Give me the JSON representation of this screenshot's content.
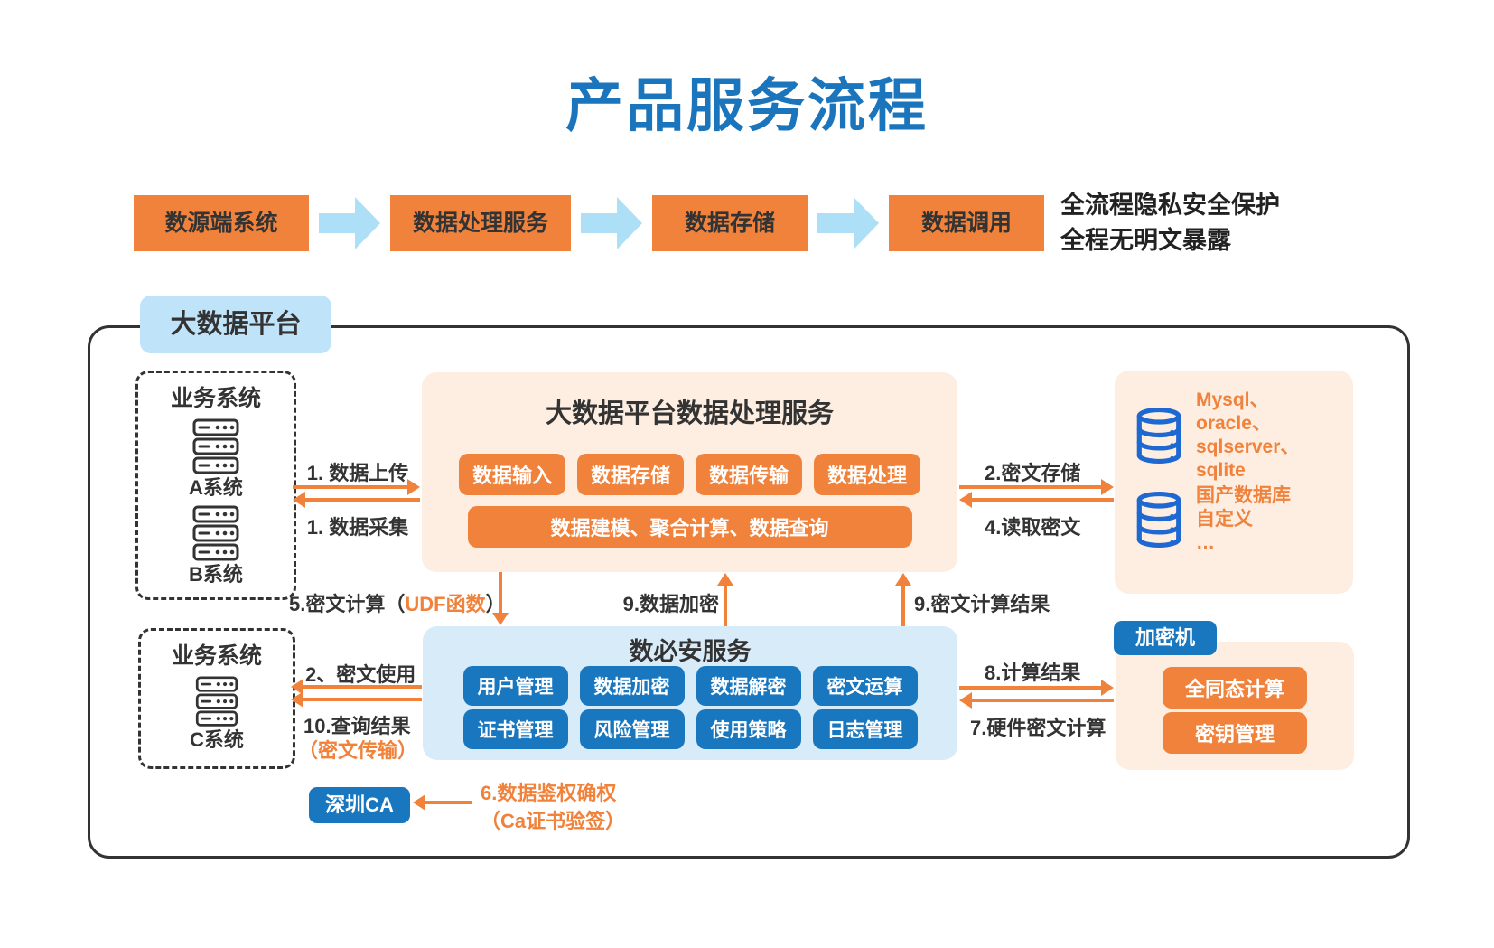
{
  "title": "产品服务流程",
  "flow": {
    "steps": [
      "数源端系统",
      "数据处理服务",
      "数据存储",
      "数据调用"
    ],
    "note_lines": [
      "全流程隐私安全保护",
      "全程无明文暴露"
    ]
  },
  "platform": {
    "label": "大数据平台",
    "biz_a": {
      "title": "业务系统",
      "systems": [
        "A系统",
        "B系统"
      ]
    },
    "biz_c": {
      "title": "业务系统",
      "systems": [
        "C系统"
      ]
    },
    "processing": {
      "title": "大数据平台数据处理服务",
      "pills": [
        "数据输入",
        "数据存储",
        "数据传输",
        "数据处理"
      ],
      "bar": "数据建模、聚合计算、数据查询"
    },
    "security_service": {
      "title": "数必安服务",
      "pills_row1": [
        "用户管理",
        "数据加密",
        "数据解密",
        "密文运算"
      ],
      "pills_row2": [
        "证书管理",
        "风险管理",
        "使用策略",
        "日志管理"
      ]
    },
    "db": {
      "group1_lines": [
        "Mysql、",
        "oracle、",
        "sqlserver、",
        "sqlite"
      ],
      "group2_lines": [
        "国产数据库",
        "自定义",
        "…"
      ]
    },
    "hsm": {
      "label": "加密机",
      "pills": [
        "全同态计算",
        "密钥管理"
      ]
    },
    "ca": {
      "label": "深圳CA"
    }
  },
  "arrows": {
    "a1_up": "1. 数据上传",
    "a1_down": "1. 数据采集",
    "a2": "2.密文存储",
    "a4": "4.读取密文",
    "a5": {
      "prefix": "5.密文计算（",
      "highlight": "UDF函数",
      "suffix": "）"
    },
    "a9a": "9.数据加密",
    "a9b": "9.密文计算结果",
    "a2b": "2、密文使用",
    "a10_line1": "10.查询结果",
    "a10_line2": "（密文传输）",
    "a8": "8.计算结果",
    "a7": "7.硬件密文计算",
    "a6_line1": "6.数据鉴权确权",
    "a6_line2": "（Ca证书验签）"
  },
  "colors": {
    "title_blue": "#1b75bc",
    "orange": "#f0823b",
    "blue": "#1877be",
    "light_blue_arrow": "#addff7",
    "pale_orange": "#fdeee1",
    "pale_blue": "#d8ebf8",
    "platform_label_bg": "#bfe3f9",
    "db_icon_blue": "#1e68d2",
    "dark_text": "#333333"
  }
}
